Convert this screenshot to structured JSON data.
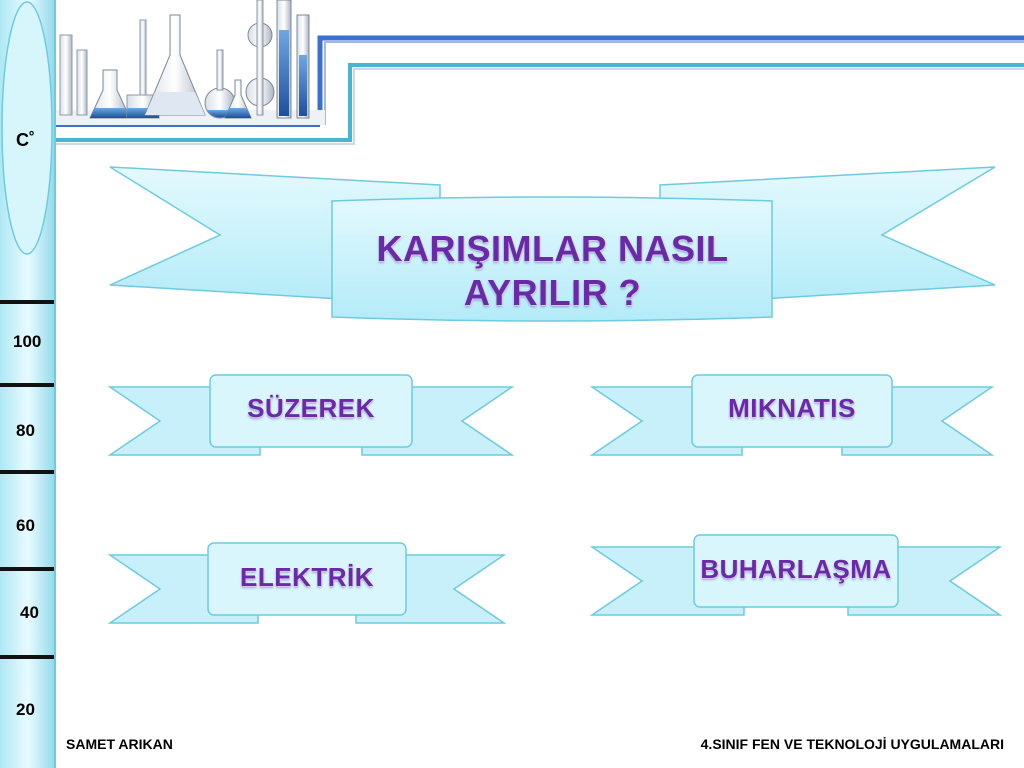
{
  "scale": {
    "unit": "C˚",
    "labels": [
      "100",
      "80",
      "60",
      "40",
      "20"
    ]
  },
  "title": {
    "line1": "KARIŞIMLAR NASIL",
    "line2": "AYRILIR ?"
  },
  "options": [
    {
      "label": "SÜZEREK"
    },
    {
      "label": "MIKNATIS"
    },
    {
      "label": "ELEKTRİK"
    },
    {
      "label": "BUHARLAŞMA"
    }
  ],
  "footer": {
    "author": "SAMET ARIKAN",
    "course": "4.SINIF FEN VE TEKNOLOJİ UYGULAMALARI"
  },
  "colors": {
    "ribbon_fill": "#c8f0fb",
    "ribbon_stroke": "#5fc8e6",
    "title_text": "#6a2aa8",
    "header_line_blue": "#3b6fd0",
    "header_line_teal": "#49b6cf"
  },
  "icons": [
    "thermometer-scale-icon",
    "lab-glassware-icon"
  ]
}
